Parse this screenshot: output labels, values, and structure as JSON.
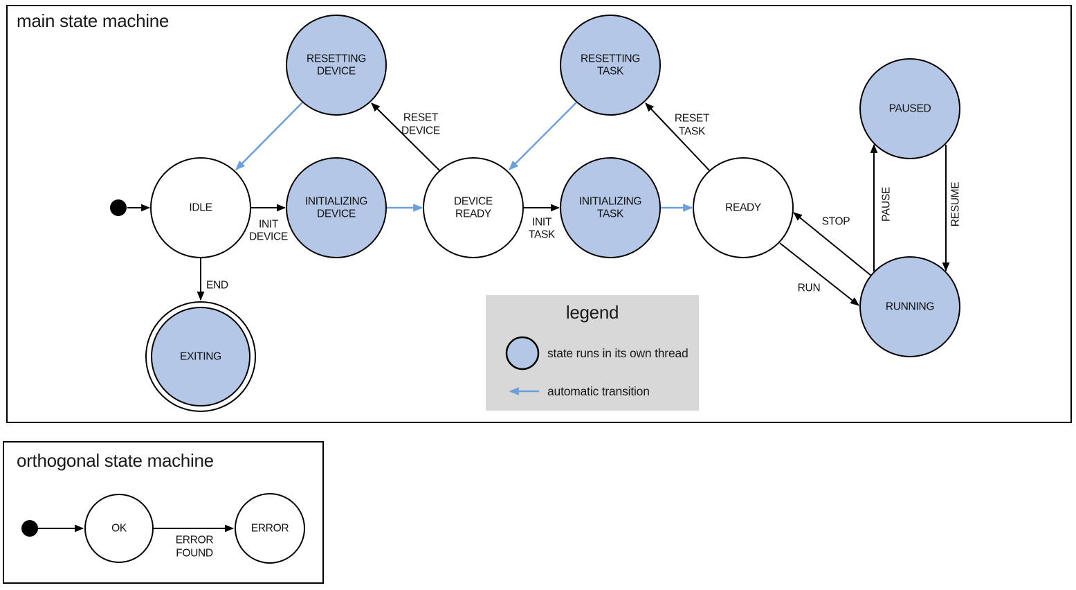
{
  "colors": {
    "threaded_state_fill": "#b5c7e7",
    "state_border": "#000000",
    "normal_transition": "#000000",
    "automatic_transition": "#6ca0dc",
    "legend_background": "#d8d8d8",
    "page_background": "#ffffff"
  },
  "main_machine": {
    "title": "main state machine",
    "states": {
      "idle": {
        "label": "IDLE"
      },
      "resetting_device": {
        "line1": "RESETTING",
        "line2": "DEVICE"
      },
      "initializing_device": {
        "line1": "INITIALIZING",
        "line2": "DEVICE"
      },
      "device_ready": {
        "line1": "DEVICE",
        "line2": "READY"
      },
      "resetting_task": {
        "line1": "RESETTING",
        "line2": "TASK"
      },
      "initializing_task": {
        "line1": "INITIALIZING",
        "line2": "TASK"
      },
      "ready": {
        "label": "READY"
      },
      "paused": {
        "label": "PAUSED"
      },
      "running": {
        "label": "RUNNING"
      },
      "exiting": {
        "label": "EXITING"
      }
    },
    "transitions": {
      "init_device": {
        "line1": "INIT",
        "line2": "DEVICE"
      },
      "reset_device": {
        "line1": "RESET",
        "line2": "DEVICE"
      },
      "init_task": {
        "line1": "INIT",
        "line2": "TASK"
      },
      "reset_task": {
        "line1": "RESET",
        "line2": "TASK"
      },
      "stop": {
        "label": "STOP"
      },
      "run": {
        "label": "RUN"
      },
      "pause": {
        "label": "PAUSE"
      },
      "resume": {
        "label": "RESUME"
      },
      "end": {
        "label": "END"
      }
    }
  },
  "legend": {
    "title": "legend",
    "threaded_item": "state runs in its own thread",
    "automatic_item": "automatic transition"
  },
  "orthogonal_machine": {
    "title": "orthogonal state machine",
    "states": {
      "ok": {
        "label": "OK"
      },
      "error": {
        "label": "ERROR"
      }
    },
    "transitions": {
      "error_found": {
        "line1": "ERROR",
        "line2": "FOUND"
      }
    }
  }
}
